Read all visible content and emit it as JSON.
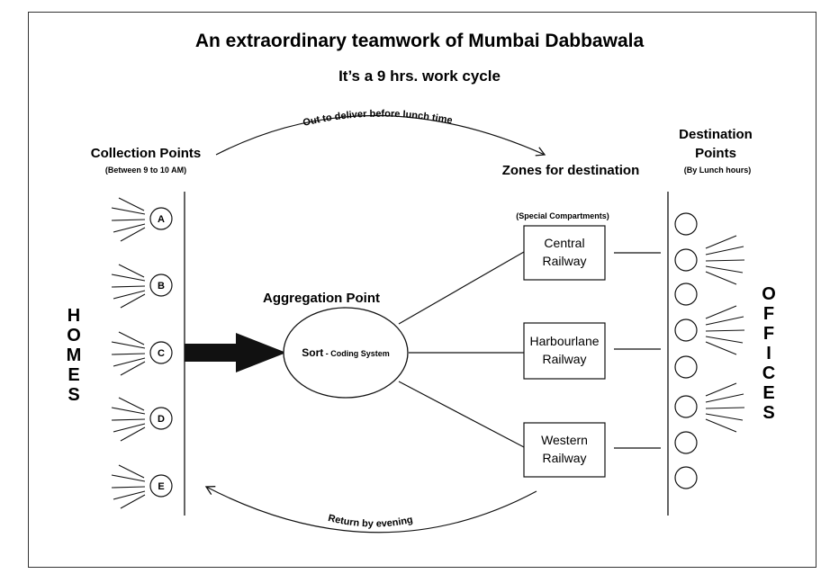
{
  "title": "An extraordinary teamwork of Mumbai Dabbawala",
  "subtitle": "It’s a 9 hrs. work cycle",
  "collection": {
    "heading": "Collection Points",
    "note": "(Between 9 to 10 AM)"
  },
  "zones": {
    "heading": "Zones for destination",
    "note": "(Special Compartments)"
  },
  "destination": {
    "heading_line1": "Destination",
    "heading_line2": "Points",
    "note": "(By Lunch hours)"
  },
  "arcs": {
    "top": "Out to deliver before lunch time",
    "bottom": "Return by evening"
  },
  "aggregation": {
    "heading": "Aggregation Point",
    "sort_bold": "Sort",
    "sort_rest": " - Coding System"
  },
  "homes": [
    "H",
    "O",
    "M",
    "E",
    "S"
  ],
  "offices": [
    "O",
    "F",
    "F",
    "I",
    "C",
    "E",
    "S"
  ],
  "points": [
    "A",
    "B",
    "C",
    "D",
    "E"
  ],
  "railways": [
    {
      "line1": "Central",
      "line2": "Railway"
    },
    {
      "line1": "Harbourlane",
      "line2": "Railway"
    },
    {
      "line1": "Western",
      "line2": "Railway"
    }
  ]
}
